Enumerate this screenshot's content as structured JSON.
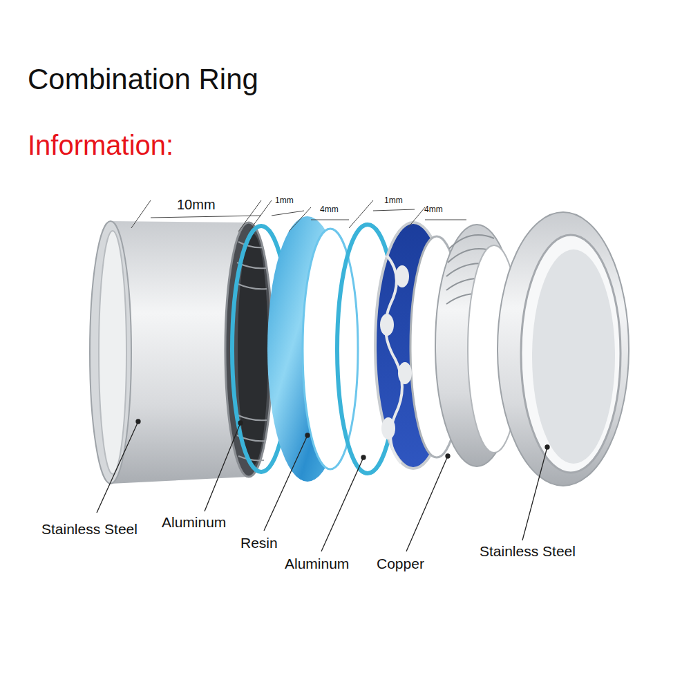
{
  "diagram": {
    "title": "Combination Ring",
    "labels": [
      "Information:",
      "10mm",
      "1mm",
      "4mm",
      "1mm",
      "4mm",
      "Stainless Steel",
      "Aluminum",
      "Resin",
      "Aluminum",
      "Copper",
      "Stainless Steel"
    ]
  }
}
